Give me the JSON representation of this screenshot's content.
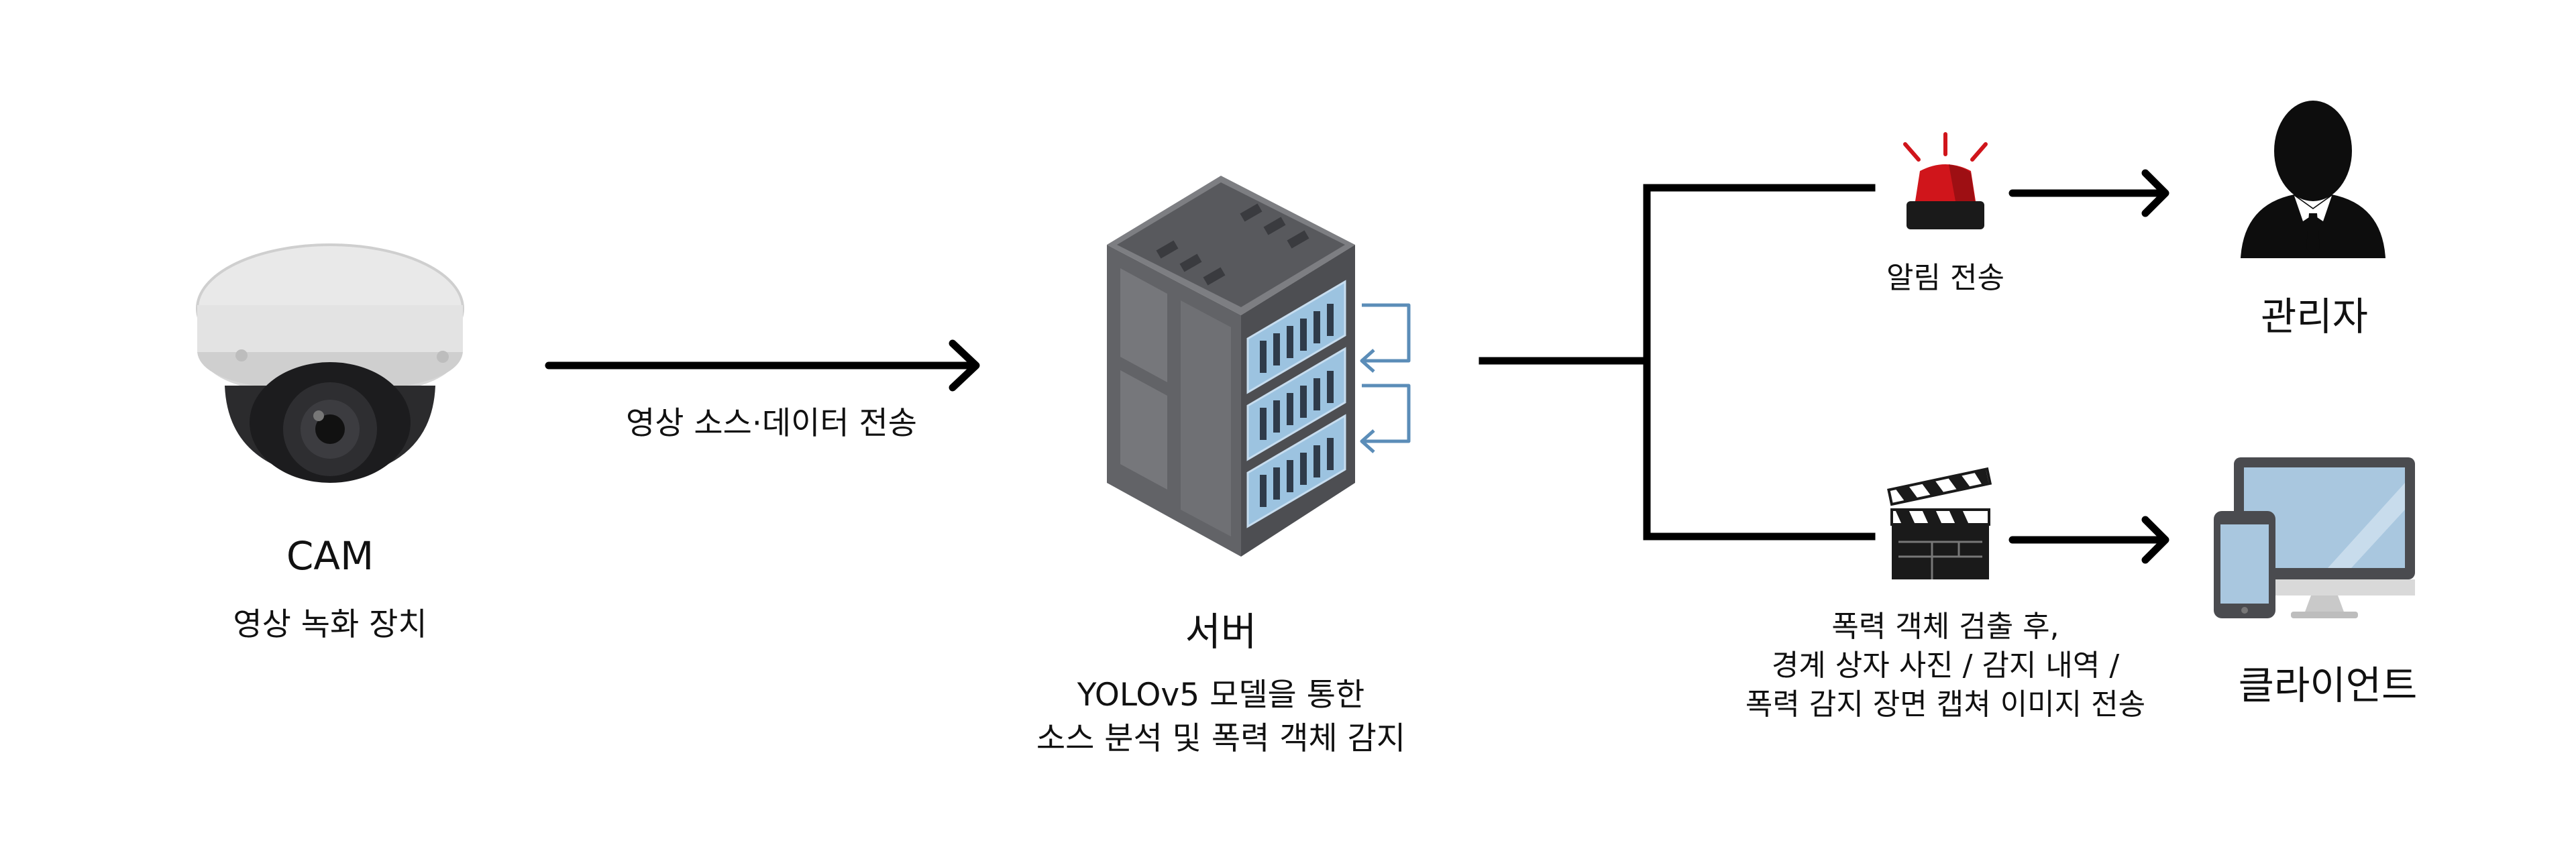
{
  "nodes": {
    "camera": {
      "title": "CAM",
      "subtitle": "영상 녹화 장치"
    },
    "server": {
      "title": "서버",
      "subtitle_lines": [
        "YOLOv5 모델을 통한",
        "소스 분석 및 폭력 객체 감지"
      ]
    },
    "admin": {
      "title": "관리자"
    },
    "client": {
      "title": "클라이언트"
    }
  },
  "edges": {
    "camera_to_server": {
      "label": "영상 소스·데이터 전송"
    },
    "alarm": {
      "label": "알림 전송"
    },
    "capture": {
      "label_lines": [
        "폭력 객체 검출 후,",
        "경계 상자 사진 / 감지 내역 /",
        "폭력 감지 장면 캡쳐 이미지 전송"
      ]
    }
  },
  "colors": {
    "arrow": "#000000",
    "siren": "#d0151b",
    "server_body": "#6b6c70",
    "server_panel": "#8fb8d8",
    "device_screen": "#a9c7df"
  }
}
